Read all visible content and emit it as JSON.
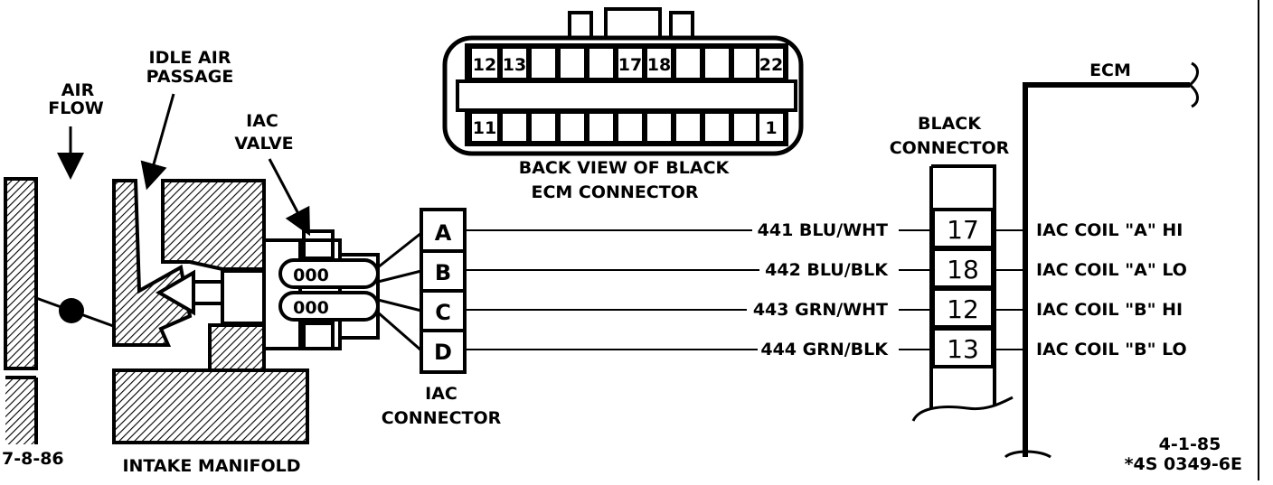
{
  "labels": {
    "air_flow_line1": "AIR",
    "air_flow_line2": "FLOW",
    "idle_air_line1": "IDLE AIR",
    "idle_air_line2": "PASSAGE",
    "iac_valve_line1": "IAC",
    "iac_valve_line2": "VALVE",
    "iac_connector_line1": "IAC",
    "iac_connector_line2": "CONNECTOR",
    "intake_manifold": "INTAKE MANIFOLD",
    "date_left": "7-8-86",
    "back_view_line1": "BACK VIEW OF BLACK",
    "back_view_line2": "ECM CONNECTOR",
    "black_connector_line1": "BLACK",
    "black_connector_line2": "CONNECTOR",
    "ecm": "ECM",
    "date_right": "4-1-85",
    "figure_code": "*4S 0349-6E"
  },
  "ecm_connector": {
    "top_row_labels": [
      "12",
      "13",
      "17",
      "18",
      "22"
    ],
    "bottom_row_labels": [
      "11",
      "1"
    ]
  },
  "valve_windings": [
    "000",
    "000"
  ],
  "circuits": [
    {
      "pin": "A",
      "wire": "441 BLU/WHT",
      "ecm_pin": "17",
      "function": "IAC COIL \"A\" HI"
    },
    {
      "pin": "B",
      "wire": "442 BLU/BLK",
      "ecm_pin": "18",
      "function": "IAC COIL \"A\" LO"
    },
    {
      "pin": "C",
      "wire": "443 GRN/WHT",
      "ecm_pin": "12",
      "function": "IAC COIL \"B\" HI"
    },
    {
      "pin": "D",
      "wire": "444 GRN/BLK",
      "ecm_pin": "13",
      "function": "IAC COIL \"B\" LO"
    }
  ]
}
